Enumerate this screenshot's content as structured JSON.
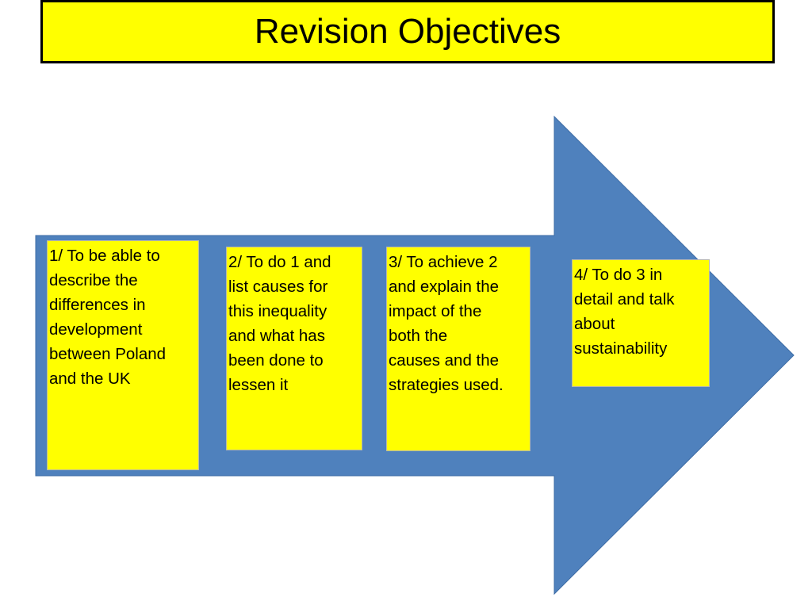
{
  "slide": {
    "title": "Revision Objectives"
  },
  "colors": {
    "title_background": "#ffff00",
    "arrow_fill": "#4f81bd",
    "note_background": "#ffff00"
  },
  "objectives": [
    {
      "lines": [
        "1/ To be able to",
        "describe the",
        "differences in",
        "development",
        "between Poland",
        "and the UK"
      ]
    },
    {
      "lines": [
        "2/ To do 1 and",
        "list causes for",
        "this inequality",
        "and what has",
        "been done to",
        "lessen it"
      ]
    },
    {
      "lines": [
        "3/ To achieve 2",
        "and explain the",
        "impact of the",
        "both the",
        "causes and the",
        "strategies used."
      ]
    },
    {
      "lines": [
        "4/ To do 3 in",
        "detail and talk",
        "about",
        "sustainability"
      ]
    }
  ]
}
